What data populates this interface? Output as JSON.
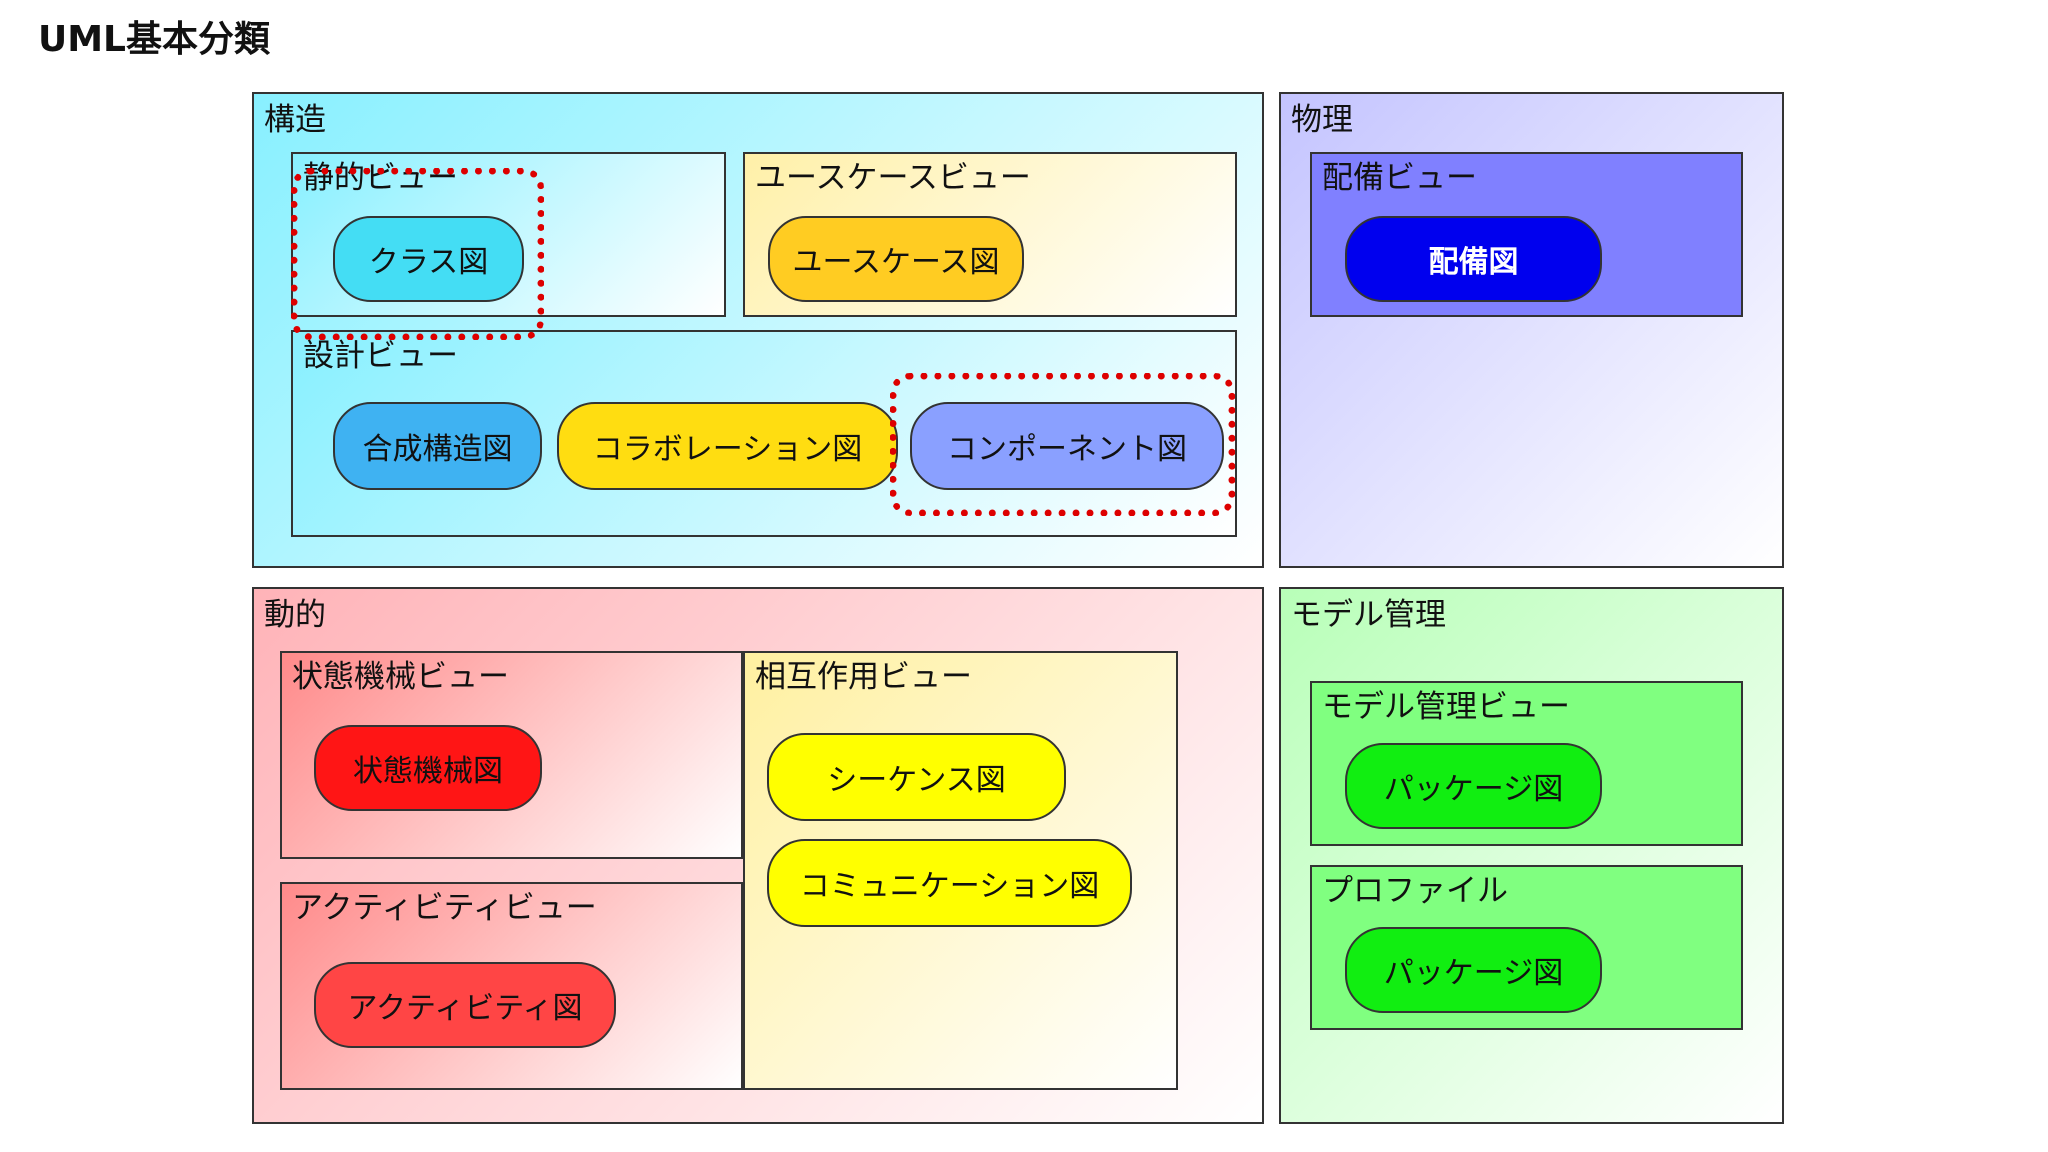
{
  "title": "UML基本分類",
  "panels": {
    "structure": {
      "label": "構造",
      "static_view": {
        "label": "静的ビュー",
        "class_diagram": "クラス図"
      },
      "usecase_view": {
        "label": "ユースケースビュー",
        "usecase_diagram": "ユースケース図"
      },
      "design_view": {
        "label": "設計ビュー",
        "composite_structure_diagram": "合成構造図",
        "collaboration_diagram": "コラボレーション図",
        "component_diagram": "コンポーネント図"
      }
    },
    "physical": {
      "label": "物理",
      "deployment_view": {
        "label": "配備ビュー",
        "deployment_diagram": "配備図"
      }
    },
    "dynamic": {
      "label": "動的",
      "state_machine_view": {
        "label": "状態機械ビュー",
        "state_machine_diagram": "状態機械図"
      },
      "activity_view": {
        "label": "アクティビティビュー",
        "activity_diagram": "アクティビティ図"
      },
      "interaction_view": {
        "label": "相互作用ビュー",
        "sequence_diagram": "シーケンス図",
        "communication_diagram": "コミュニケーション図"
      }
    },
    "model_management": {
      "label": "モデル管理",
      "model_management_view": {
        "label": "モデル管理ビュー",
        "package_diagram": "パッケージ図"
      },
      "profile": {
        "label": "プロファイル",
        "package_diagram": "パッケージ図"
      }
    }
  },
  "colors": {
    "highlight": "#dd0000",
    "structure": "#88f0ff",
    "physical": "#c4c4ff",
    "dynamic": "#ffb3b8",
    "model_management": "#b8ffb8",
    "deployment_view": "#8080ff",
    "deployment_diagram": "#0000ee",
    "package_diagram": "#11ee11"
  }
}
